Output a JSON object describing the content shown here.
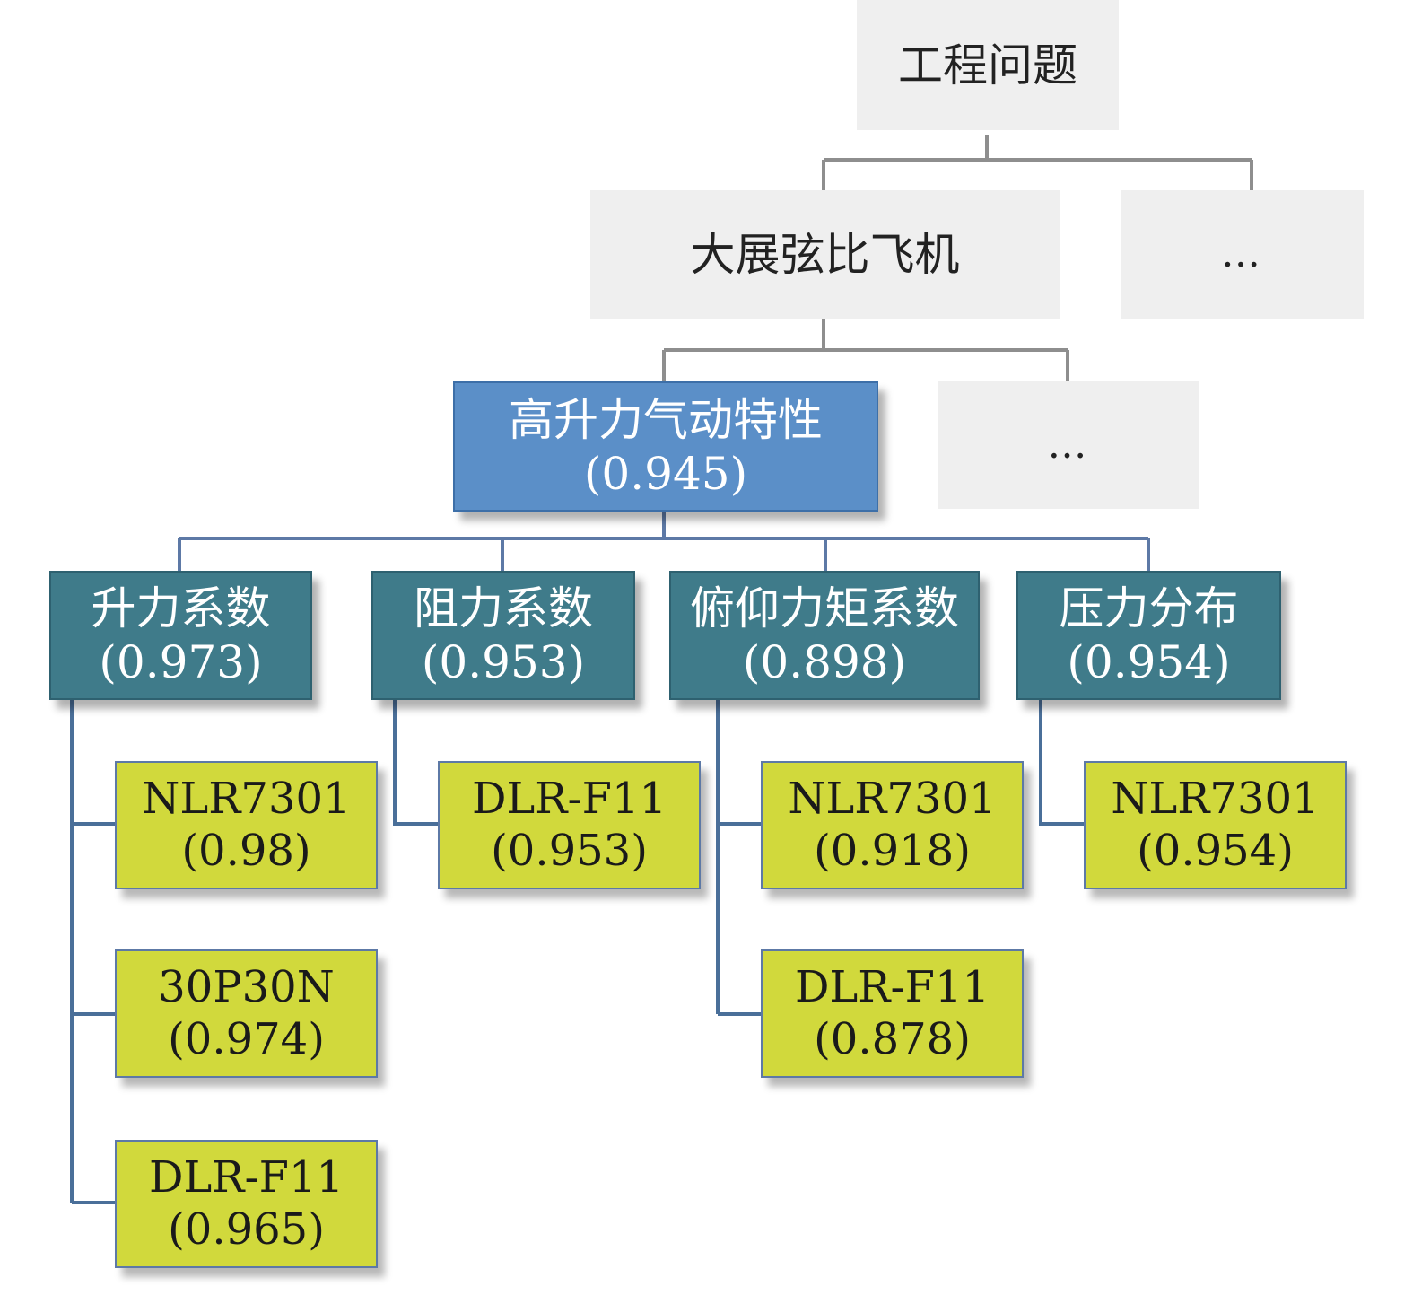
{
  "root": {
    "label": "工程问题"
  },
  "level1": {
    "main": {
      "label": "大展弦比飞机"
    },
    "other": {
      "label": "…"
    }
  },
  "level2": {
    "main": {
      "label": "高升力气动特性",
      "score": "(0.945)"
    },
    "other": {
      "label": "…"
    }
  },
  "level3": [
    {
      "label": "升力系数",
      "score": "(0.973)"
    },
    {
      "label": "阻力系数",
      "score": "(0.953)"
    },
    {
      "label": "俯仰力矩系数",
      "score": "(0.898)"
    },
    {
      "label": "压力分布",
      "score": "(0.954)"
    }
  ],
  "leaves": {
    "lift": [
      {
        "label": "NLR7301",
        "score": "(0.98)"
      },
      {
        "label": "30P30N",
        "score": "(0.974)"
      },
      {
        "label": "DLR-F11",
        "score": "(0.965)"
      }
    ],
    "drag": [
      {
        "label": "DLR-F11",
        "score": "(0.953)"
      }
    ],
    "pitch": [
      {
        "label": "NLR7301",
        "score": "(0.918)"
      },
      {
        "label": "DLR-F11",
        "score": "(0.878)"
      }
    ],
    "pressure": [
      {
        "label": "NLR7301",
        "score": "(0.954)"
      }
    ]
  },
  "colors": {
    "gray_box": "#efefef",
    "blue_box": "#5b8fc8",
    "teal_box": "#3f7b8a",
    "leaf_box": "#d1d93c",
    "connector": "#5d79a6"
  }
}
